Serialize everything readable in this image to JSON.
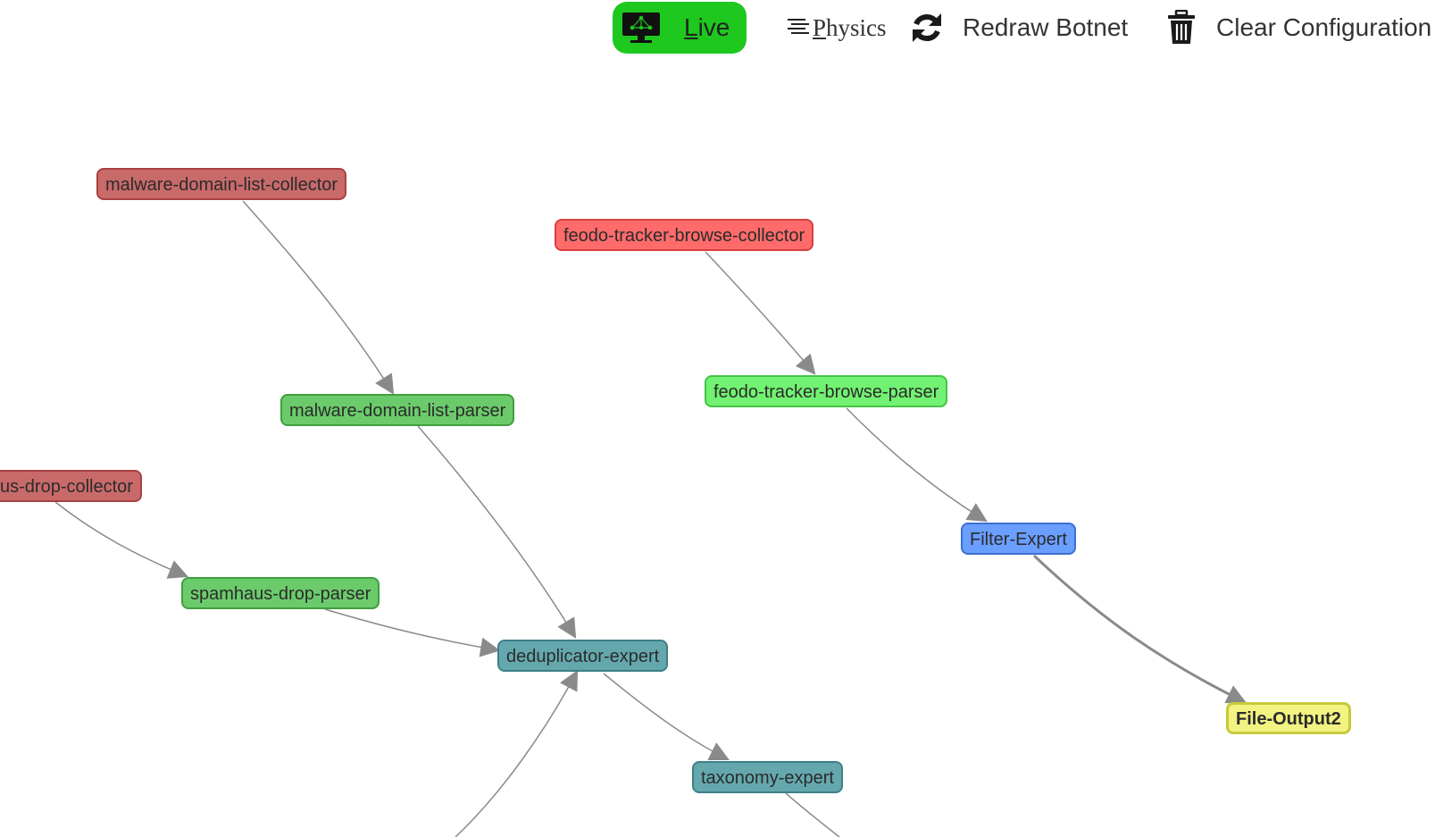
{
  "toolbar": {
    "live": {
      "label_first": "L",
      "label_rest": "ive",
      "icon": "monitor-network-icon",
      "accent": "#1ec81e"
    },
    "physics": {
      "label_first": "P",
      "label_rest": "hysics",
      "icon": "align-lines-icon"
    },
    "redraw": {
      "label": "Redraw Botnet",
      "icon": "refresh-icon"
    },
    "clear": {
      "label": "Clear Configuration",
      "icon": "trash-icon"
    }
  },
  "graph": {
    "nodes": [
      {
        "id": "n1",
        "label": "malware-domain-list-collector",
        "kind": "collector"
      },
      {
        "id": "n2",
        "label": "feodo-tracker-browse-collector",
        "kind": "collector-b"
      },
      {
        "id": "n3",
        "label": "feodo-tracker-browse-parser",
        "kind": "parser-b"
      },
      {
        "id": "n4",
        "label": "malware-domain-list-parser",
        "kind": "parser"
      },
      {
        "id": "n5",
        "label": "us-drop-collector",
        "kind": "collector"
      },
      {
        "id": "n6",
        "label": "spamhaus-drop-parser",
        "kind": "parser"
      },
      {
        "id": "n7",
        "label": "Filter-Expert",
        "kind": "filter"
      },
      {
        "id": "n8",
        "label": "deduplicator-expert",
        "kind": "expert"
      },
      {
        "id": "n9",
        "label": "taxonomy-expert",
        "kind": "expert"
      },
      {
        "id": "n10",
        "label": "File-Output2",
        "kind": "output"
      }
    ],
    "colors": {
      "edge": "#8a8a8a",
      "collector": "#c96a6a",
      "collector_bright": "#ff6b6b",
      "parser": "#6bcb6b",
      "parser_bright": "#72f272",
      "expert": "#64a8ae",
      "filter": "#6a9eff",
      "output": "#f3f382"
    }
  }
}
